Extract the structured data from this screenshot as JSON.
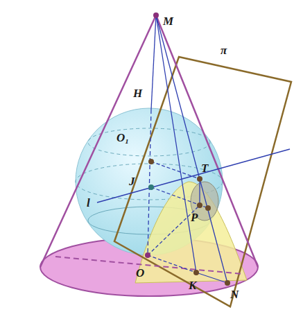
{
  "diagram": {
    "labels": [
      "M",
      "π",
      "H",
      "O₁",
      "T",
      "J",
      "l",
      "P",
      "O",
      "K",
      "N"
    ]
  }
}
